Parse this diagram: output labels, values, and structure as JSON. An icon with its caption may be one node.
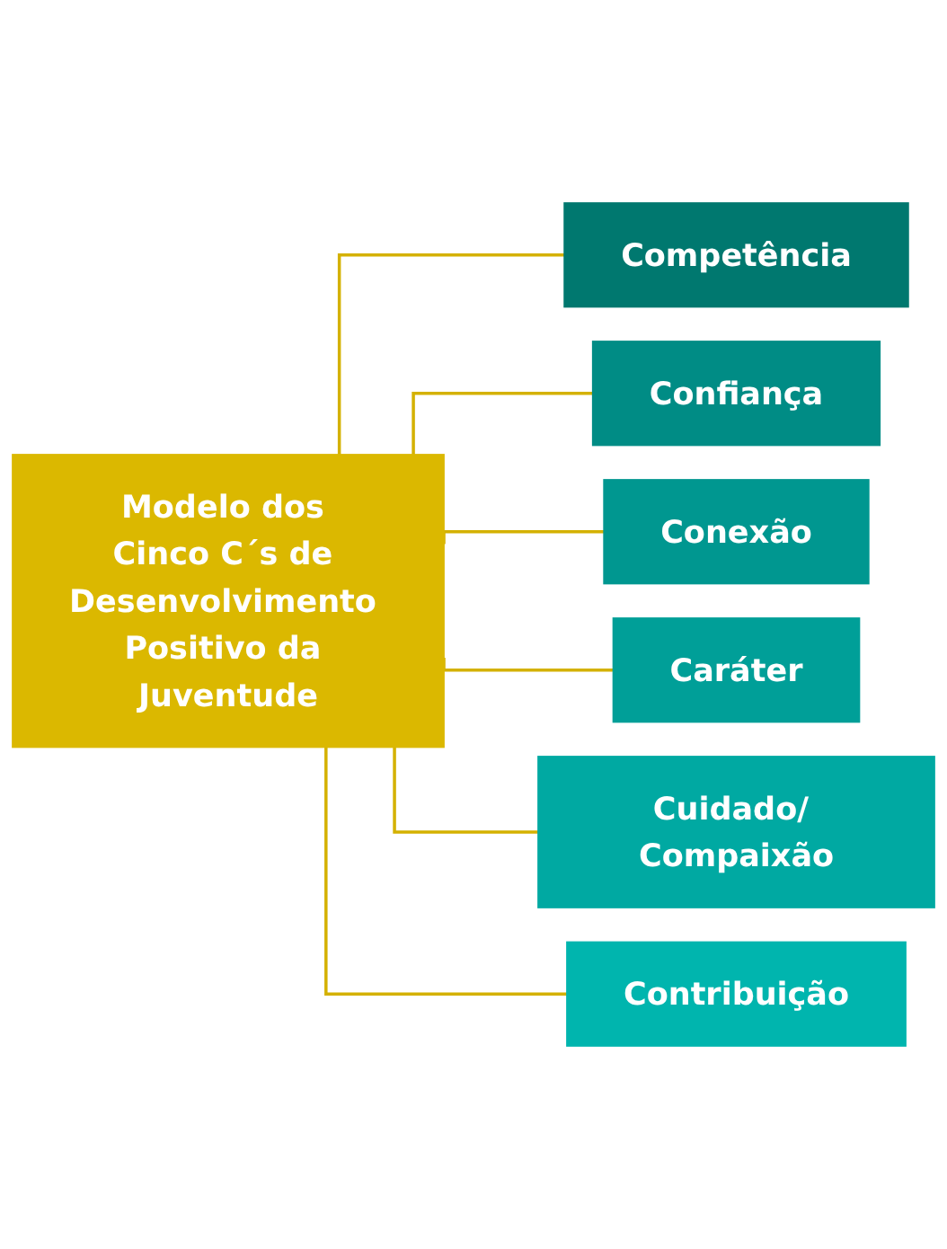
{
  "diagram": {
    "nodes": [
      {
        "text": [
          "Modelo dos Cinco C´s de Desenvolvimento Positivo da Juventude"
        ]
      },
      {
        "text": [
          "Competência"
        ]
      },
      {
        "text": [
          "Confiança"
        ]
      },
      {
        "text": [
          "Conexão"
        ]
      },
      {
        "text": [
          "Caráter"
        ]
      },
      {
        "text": [
          "Cuidado/ Compaixão"
        ]
      },
      {
        "text": [
          "Contribuição"
        ]
      }
    ],
    "edges": [
      {
        "from": 0,
        "to": 1,
        "arrow": "none"
      },
      {
        "from": 0,
        "to": 2,
        "arrow": "none"
      },
      {
        "from": 0,
        "to": 3,
        "arrow": "none"
      },
      {
        "from": 0,
        "to": 4,
        "arrow": "none"
      },
      {
        "from": 0,
        "to": 5,
        "arrow": "none"
      },
      {
        "from": 0,
        "to": 6,
        "arrow": "none"
      }
    ]
  }
}
